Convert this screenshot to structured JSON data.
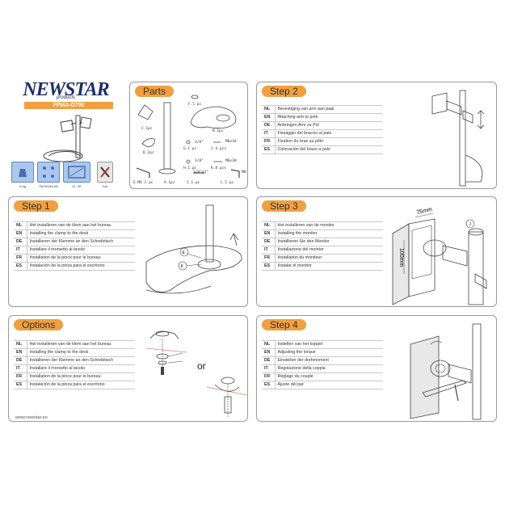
{
  "brand": {
    "name": "NEWSTAR",
    "sub": "products",
    "model": "FPMA-D700",
    "url": "www.newstar.eu"
  },
  "specs": [
    {
      "icon": "weight-icon",
      "label": "10 kg"
    },
    {
      "icon": "vesa-icon",
      "label": "75x75/100x100"
    },
    {
      "icon": "screen-size-icon",
      "label": "10 - 30\""
    },
    {
      "icon": "tool-icon",
      "label": "Tool"
    }
  ],
  "parts": {
    "title": "Parts",
    "labels": [
      "F.1 pc",
      "C.1pc",
      "B.1pc",
      "D.2pc",
      "G.1 pc",
      "J.4 pcs",
      "M6x10",
      "H.1 pc",
      "K.8 pcs",
      "M6x30",
      "E.M6 1 pc",
      "A.1pc",
      "I.1 pc",
      "L.1 pc",
      "3/8\"",
      "3/8\"",
      "3/8\"x3\"",
      "M8"
    ]
  },
  "step2": {
    "title": "Step 2",
    "rows": [
      {
        "code": "NL",
        "text": "Bevestiging van arm aan paal"
      },
      {
        "code": "EN",
        "text": "Attaching arm to pole"
      },
      {
        "code": "DE",
        "text": "Anbringen Arm zu Pol"
      },
      {
        "code": "IT",
        "text": "Fissaggio del braccio al palo"
      },
      {
        "code": "FR",
        "text": "Fixation du bras au pôle"
      },
      {
        "code": "ES",
        "text": "Colocación del brazo a polo"
      }
    ]
  },
  "step1": {
    "title": "Step 1",
    "rows": [
      {
        "code": "NL",
        "text": "Het installeren van de klem aan het bureau"
      },
      {
        "code": "EN",
        "text": "Installing the clamp to the desk"
      },
      {
        "code": "DE",
        "text": "Installieren der Klemme an den Schreibtisch"
      },
      {
        "code": "IT",
        "text": "Installare il morsetto al tavolo"
      },
      {
        "code": "FR",
        "text": "Installation de la pince pour le bureau"
      },
      {
        "code": "ES",
        "text": "Instalación de la pinza para el escritorio"
      }
    ],
    "callouts": [
      "E",
      "K"
    ]
  },
  "step3": {
    "title": "Step 3",
    "rows": [
      {
        "code": "NL",
        "text": "Het installeren van de monitor"
      },
      {
        "code": "EN",
        "text": "Installing the monitor"
      },
      {
        "code": "DE",
        "text": "Installieren Sie den Monitor"
      },
      {
        "code": "IT",
        "text": "Installazione del monitor"
      },
      {
        "code": "FR",
        "text": "Installation du moniteur"
      },
      {
        "code": "ES",
        "text": "Instalar el monitor"
      }
    ],
    "dims": [
      "75mm",
      "100mm"
    ],
    "callouts": [
      "J"
    ]
  },
  "options": {
    "title": "Options",
    "rows": [
      {
        "code": "NL",
        "text": "Het installeren van de klem aan het bureau"
      },
      {
        "code": "EN",
        "text": "Installing the clamp to the desk"
      },
      {
        "code": "DE",
        "text": "Installieren der Klemme an den Schreibtisch"
      },
      {
        "code": "IT",
        "text": "Installare il morsetto al tavolo"
      },
      {
        "code": "FR",
        "text": "Installation de la pince pour le bureau"
      },
      {
        "code": "ES",
        "text": "Instalación de la pinza para el escritorio"
      }
    ],
    "or": "or"
  },
  "step4": {
    "title": "Step 4",
    "rows": [
      {
        "code": "NL",
        "text": "Instellen van het koppel"
      },
      {
        "code": "EN",
        "text": "Adjusting the torque"
      },
      {
        "code": "DE",
        "text": "Einstellen der drehmoment"
      },
      {
        "code": "IT",
        "text": "Regolazione della coppia"
      },
      {
        "code": "FR",
        "text": "Réglage du couple"
      },
      {
        "code": "ES",
        "text": "Ajuste del par"
      }
    ]
  }
}
